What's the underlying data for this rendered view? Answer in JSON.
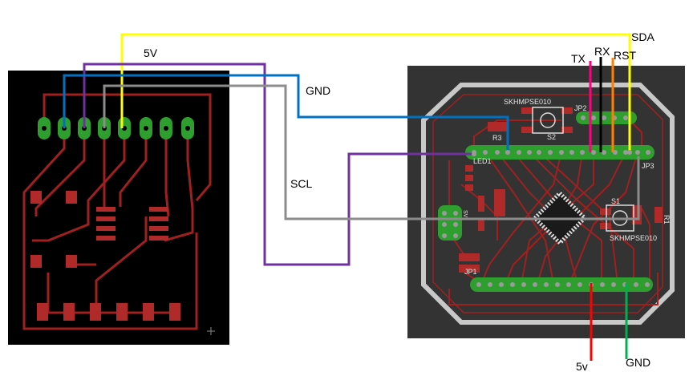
{
  "wire_labels": {
    "five_v_top": "5V",
    "gnd_top": "GND",
    "scl": "SCL",
    "sda": "SDA",
    "tx": "TX",
    "rx": "RX",
    "rst": "RST",
    "five_v_bottom": "5v",
    "gnd_bottom": "GND"
  },
  "right_board": {
    "switch_top": "SKHMPSE010",
    "switch_bottom": "SKHMPSE010",
    "jp2": "JP2",
    "jp3": "JP3",
    "s1": "S1",
    "s2": "S2",
    "r1": "R1",
    "r3": "R3",
    "led1": "LED1",
    "jp1": "JP1",
    "sv": "SV"
  },
  "wire_colors": {
    "sda": "#ffff00",
    "five_v": "#7030a0",
    "gnd": "#0070c0",
    "scl": "#8c8c8c",
    "tx": "#ff0080",
    "rx": "#000000",
    "rst": "#ff7f00",
    "bottom_5v": "#ff0000",
    "bottom_gnd": "#00b050"
  }
}
